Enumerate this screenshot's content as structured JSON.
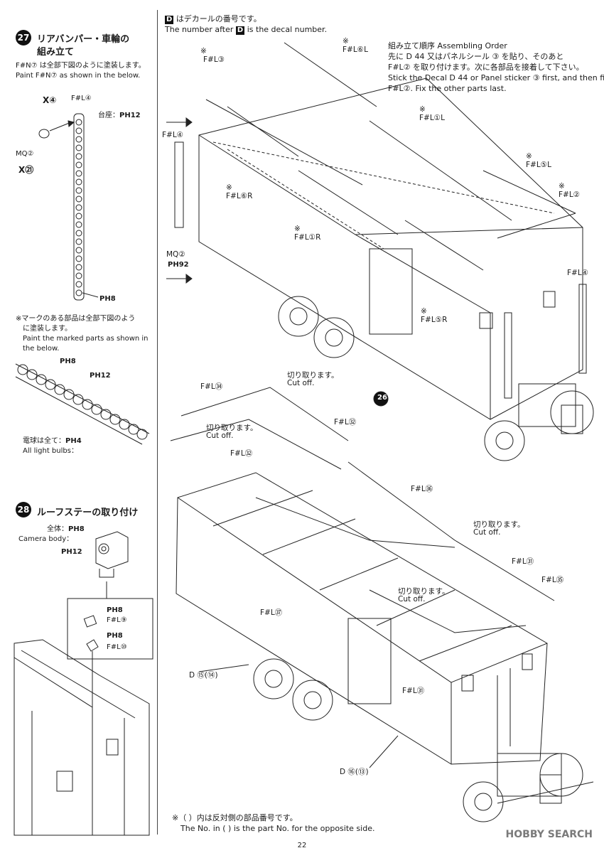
{
  "page_number": "22",
  "watermark": "HOBBY SEARCH",
  "decal_note": {
    "jp": "はデカールの番号です。",
    "en_pre": "The number after",
    "en_post": "is the decal number.",
    "badge": "D"
  },
  "order_note": {
    "jp1": "組み立て順序 Assembling Order",
    "jp2": "先に D 44 又はパネルシール ③ を貼り、そのあと",
    "jp3": "F#L② を取り付けます。次に各部品を接着して下さい。",
    "en1": "Stick the Decal D 44 or Panel sticker ③ first, and then fix",
    "en2": "F#L②. Fix the other parts last."
  },
  "step27": {
    "number": "27",
    "title_jp": "リアバンパー・車輪の",
    "title_jp2": "組み立て",
    "paint_jp": "F#N⑦ は全部下図のように塗装します。",
    "paint_en": "Paint F#N⑦ as shown in the below.",
    "lbl_fl4": "F#L④",
    "lbl_base": "台座：",
    "lbl_ph12": "H12",
    "lbl_mq2": "MQ②",
    "lbl_ph8": "H8",
    "x4": "X④",
    "x21": "X㉑"
  },
  "marked_note": {
    "jp1": "※マークのある部品は全部下図のよう",
    "jp2": "に塗装します。",
    "en1": "Paint the marked parts as shown in",
    "en2": "the below.",
    "ph8": "H8",
    "ph12": "H12",
    "bulbs_jp": "電球は全て：",
    "bulbs_en": "All light bulbs：",
    "ph4": "H4"
  },
  "step28": {
    "number": "28",
    "title_jp": "ルーフステーの取り付け",
    "body_jp": "全体：",
    "body_en": "Camera body：",
    "ph8": "H8",
    "ph12": "H12",
    "fl9": "F#L⑨",
    "fl10": "F#L⑩"
  },
  "upper_labels": {
    "fl3": "F#L③",
    "fl6l": "F#L⑥L",
    "fl1l": "F#L①L",
    "fl5l": "F#L⑤L",
    "fl2": "F#L②",
    "fl4a": "F#L④",
    "fl4b": "F#L④",
    "fl6r": "F#L⑥R",
    "fl1r": "F#L①R",
    "fl5r": "F#L⑤R",
    "mq2": "MQ②",
    "ph92": "H92",
    "star": "※",
    "step_ref": "26"
  },
  "lower_labels": {
    "fl34": "F#L㉞",
    "cut_jp": "切り取ります。",
    "cut_en": "Cut off.",
    "fl32a": "F#L㉜",
    "fl32b": "F#L㉜",
    "fl36": "F#L㊱",
    "fl31a": "F#L㉛",
    "fl31b": "F#L㉛",
    "fl35": "F#L㉟",
    "fl37": "F#L㊲",
    "d115": "D ⑮(⑭)",
    "d116": "D ⑯(⑬)"
  },
  "footnote": {
    "jp": "※（ ）内は反対側の部品番号です。",
    "en": "The No. in ( ) is the part No. for the opposite side."
  }
}
